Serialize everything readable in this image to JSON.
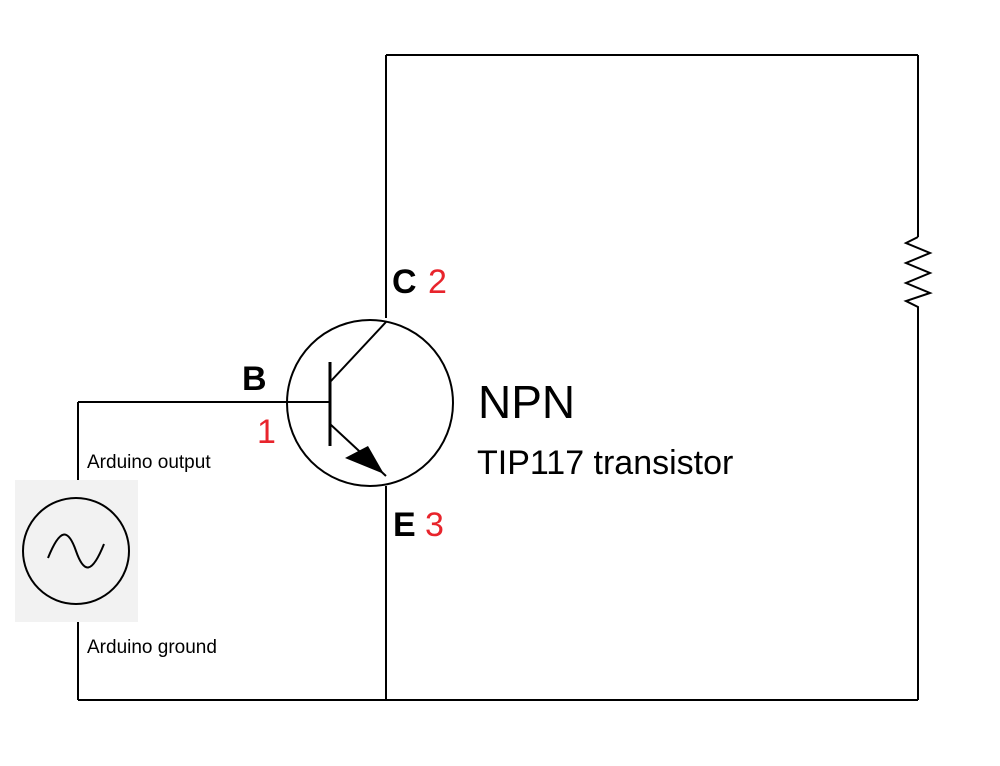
{
  "diagram": {
    "title": "NPN",
    "subtitle": "TIP117 transistor",
    "terminals": {
      "base": {
        "letter": "B",
        "pin": "1"
      },
      "collector": {
        "letter": "C",
        "pin": "2"
      },
      "emitter": {
        "letter": "E",
        "pin": "3"
      }
    },
    "source": {
      "output_label": "Arduino output",
      "ground_label": "Arduino ground"
    }
  },
  "colors": {
    "line": "#000000",
    "pin": "#e8242c",
    "source_bg": "#f2f2f2"
  },
  "icons": {
    "source": "ac-source-icon",
    "resistor": "resistor-icon",
    "transistor": "npn-transistor-icon"
  }
}
